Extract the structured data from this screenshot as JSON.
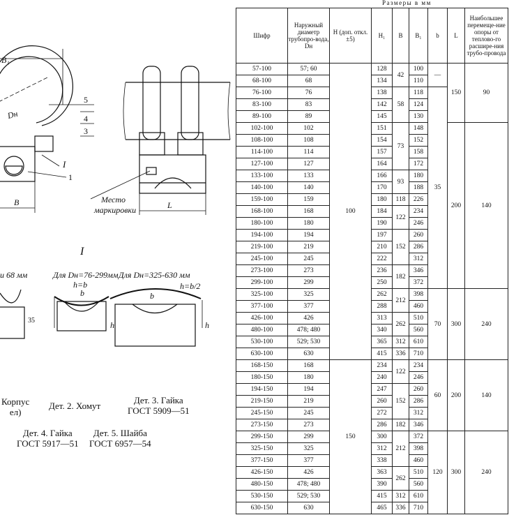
{
  "units_caption": "Размеры в мм",
  "drawing": {
    "dim_b1": "B₁",
    "dim_b": "B",
    "dim_l": "L",
    "dim_dn": "Dн",
    "callouts": [
      "5",
      "4",
      "3",
      "1"
    ],
    "section_mark": "I",
    "mark_label_1": "Место",
    "mark_label_2": "маркировки",
    "section_title": "I",
    "detail_1": "и 68 мм",
    "detail_2": "Для Dн=76-299мм",
    "detail_2_h": "h=b",
    "detail_3": "Для Dн=325-630 мм",
    "detail_3_h": "h=b/2",
    "dim_35": "35",
    "dim_h": "h",
    "dim_b_small": "b",
    "part_1a": "Корпус",
    "part_1b": "ел)",
    "part_2": "Дет. 2. Хомут",
    "part_3a": "Дет. 3. Гайка",
    "part_3b": "ГОСТ 5909—51",
    "part_4a": "Дет. 4. Гайка",
    "part_4b": "ГОСТ 5917—51",
    "part_5a": "Дет. 5. Шайба",
    "part_5b": "ГОСТ 6957—54"
  },
  "table": {
    "headers": [
      "Шифр",
      "Наружный диаметр трубопро-вода, Dн",
      "H (доп. откл. ±5)",
      "H₁",
      "B",
      "B₁",
      "b",
      "L",
      "Наибольшее перемеще-ние опоры от теплово-го расшире-ния трубо-провода"
    ],
    "rows": [
      [
        "57-100",
        "57; 60",
        "128",
        "100"
      ],
      [
        "68-100",
        "68",
        "134",
        "110"
      ],
      [
        "76-100",
        "76",
        "138",
        "118"
      ],
      [
        "83-100",
        "83",
        "142",
        "124"
      ],
      [
        "89-100",
        "89",
        "145",
        "130"
      ],
      [
        "102-100",
        "102",
        "151",
        "148"
      ],
      [
        "108-100",
        "108",
        "154",
        "152"
      ],
      [
        "114-100",
        "114",
        "157",
        "158"
      ],
      [
        "127-100",
        "127",
        "164",
        "172"
      ],
      [
        "133-100",
        "133",
        "166",
        "180"
      ],
      [
        "140-100",
        "140",
        "170",
        "188"
      ],
      [
        "159-100",
        "159",
        "180",
        "226"
      ],
      [
        "168-100",
        "168",
        "184",
        "234"
      ],
      [
        "180-100",
        "180",
        "190",
        "246"
      ],
      [
        "194-100",
        "194",
        "197",
        "260"
      ],
      [
        "219-100",
        "219",
        "210",
        "286"
      ],
      [
        "245-100",
        "245",
        "222",
        "312"
      ],
      [
        "273-100",
        "273",
        "236",
        "346"
      ],
      [
        "299-100",
        "299",
        "250",
        "372"
      ],
      [
        "325-100",
        "325",
        "262",
        "398"
      ],
      [
        "377-100",
        "377",
        "288",
        "460"
      ],
      [
        "426-100",
        "426",
        "313",
        "510"
      ],
      [
        "480-100",
        "478; 480",
        "340",
        "560"
      ],
      [
        "530-100",
        "529; 530",
        "365",
        "610"
      ],
      [
        "630-100",
        "630",
        "415",
        "710"
      ],
      [
        "168-150",
        "168",
        "234",
        "234"
      ],
      [
        "180-150",
        "180",
        "240",
        "246"
      ],
      [
        "194-150",
        "194",
        "247",
        "260"
      ],
      [
        "219-150",
        "219",
        "260",
        "286"
      ],
      [
        "245-150",
        "245",
        "272",
        "312"
      ],
      [
        "273-150",
        "273",
        "286",
        "346"
      ],
      [
        "299-150",
        "299",
        "300",
        "372"
      ],
      [
        "325-150",
        "325",
        "312",
        "398"
      ],
      [
        "377-150",
        "377",
        "338",
        "460"
      ],
      [
        "426-150",
        "426",
        "363",
        "510"
      ],
      [
        "480-150",
        "478; 480",
        "390",
        "560"
      ],
      [
        "530-150",
        "529; 530",
        "415",
        "610"
      ],
      [
        "630-150",
        "630",
        "465",
        "710"
      ]
    ],
    "merged": {
      "H": [
        {
          "rows": [
            0,
            24
          ],
          "value": "100"
        },
        {
          "rows": [
            25,
            37
          ],
          "value": "150"
        }
      ],
      "B": [
        {
          "rows": [
            0,
            1
          ],
          "value": "42"
        },
        {
          "rows": [
            2,
            4
          ],
          "value": "58"
        },
        {
          "rows": [
            5,
            8
          ],
          "value": "73"
        },
        {
          "rows": [
            9,
            10
          ],
          "value": "93"
        },
        {
          "rows": [
            11,
            11
          ],
          "value": "118"
        },
        {
          "rows": [
            12,
            13
          ],
          "value": "122"
        },
        {
          "rows": [
            14,
            16
          ],
          "value": "152"
        },
        {
          "rows": [
            17,
            18
          ],
          "value": "182"
        },
        {
          "rows": [
            19,
            20
          ],
          "value": "212"
        },
        {
          "rows": [
            21,
            22
          ],
          "value": "262"
        },
        {
          "rows": [
            23,
            23
          ],
          "value": "312"
        },
        {
          "rows": [
            24,
            24
          ],
          "value": "336"
        },
        {
          "rows": [
            25,
            26
          ],
          "value": "122"
        },
        {
          "rows": [
            27,
            29
          ],
          "value": "152"
        },
        {
          "rows": [
            30,
            30
          ],
          "value": "182"
        },
        {
          "rows": [
            31,
            33
          ],
          "value": "212"
        },
        {
          "rows": [
            34,
            35
          ],
          "value": "262"
        },
        {
          "rows": [
            36,
            36
          ],
          "value": "312"
        },
        {
          "rows": [
            37,
            37
          ],
          "value": "336"
        }
      ],
      "b": [
        {
          "rows": [
            0,
            1
          ],
          "value": "—"
        },
        {
          "rows": [
            2,
            18
          ],
          "value": "35"
        },
        {
          "rows": [
            19,
            24
          ],
          "value": "70"
        },
        {
          "rows": [
            25,
            30
          ],
          "value": "60"
        },
        {
          "rows": [
            31,
            37
          ],
          "value": "120"
        }
      ],
      "L": [
        {
          "rows": [
            0,
            4
          ],
          "value": "150"
        },
        {
          "rows": [
            5,
            18
          ],
          "value": "200"
        },
        {
          "rows": [
            19,
            24
          ],
          "value": "300"
        },
        {
          "rows": [
            25,
            30
          ],
          "value": "200"
        },
        {
          "rows": [
            31,
            37
          ],
          "value": "300"
        }
      ],
      "move": [
        {
          "rows": [
            0,
            4
          ],
          "value": "90"
        },
        {
          "rows": [
            5,
            18
          ],
          "value": "140"
        },
        {
          "rows": [
            19,
            24
          ],
          "value": "240"
        },
        {
          "rows": [
            25,
            30
          ],
          "value": "140"
        },
        {
          "rows": [
            31,
            37
          ],
          "value": "240"
        }
      ]
    }
  }
}
